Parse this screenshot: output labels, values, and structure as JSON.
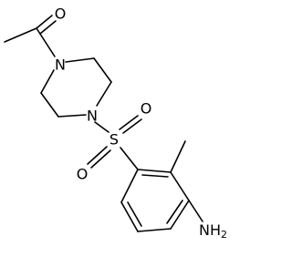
{
  "molecule": {
    "atom_labels": {
      "carbonyl_oxygen": "O",
      "piperazine_n_acyl": "N",
      "piperazine_n_sulfonyl": "N",
      "sulfur": "S",
      "sulfonyl_oxygen_left": "O",
      "sulfonyl_oxygen_right": "O",
      "amine": "NH",
      "amine_subscript": "2"
    }
  }
}
